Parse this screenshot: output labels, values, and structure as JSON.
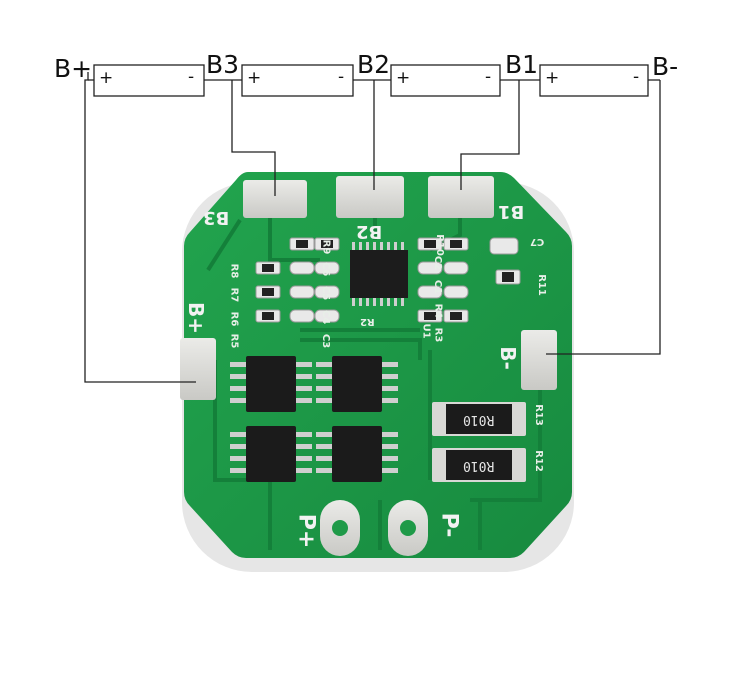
{
  "terminals": {
    "b_plus": "B+",
    "b3": "B3",
    "b2": "B2",
    "b1": "B1",
    "b_minus": "B-"
  },
  "cells": [
    {
      "plus": "+",
      "minus": "-"
    },
    {
      "plus": "+",
      "minus": "-"
    },
    {
      "plus": "+",
      "minus": "-"
    },
    {
      "plus": "+",
      "minus": "-"
    }
  ],
  "board": {
    "pads": {
      "b3": "B3",
      "b2": "B2",
      "b1": "B1",
      "b_plus": "B+",
      "b_minus": "B-",
      "p_plus": "P+",
      "p_minus": "P-"
    },
    "refs": {
      "c7": "C7",
      "r11": "R11",
      "r13": "R13",
      "r12": "R12",
      "u1": "U1",
      "r2": "R2",
      "r10": "R10",
      "r9": "R9",
      "r8": "R8",
      "r7": "R7",
      "r6": "R6",
      "r5": "R5",
      "r4": "R4",
      "r3": "R3",
      "c1": "C1",
      "c2": "C2",
      "c3": "C3",
      "c4": "C4",
      "c5": "C5",
      "c6": "C6"
    },
    "resistor_marking": "R010",
    "colors": {
      "pcb": "#1f9a48",
      "pcb_dark": "#137a36",
      "pad": "#d9d9d6",
      "chip": "#1a1a1a"
    }
  }
}
